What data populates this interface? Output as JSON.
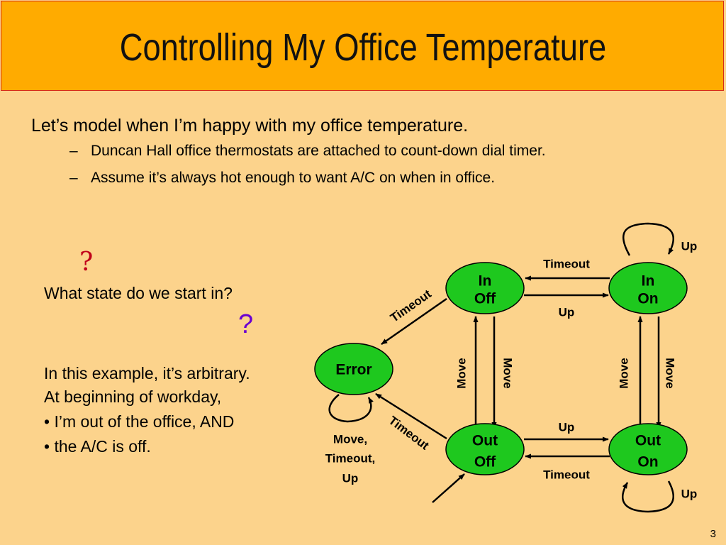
{
  "slide": {
    "title": "Controlling My Office Temperature",
    "bullet_main": "Let’s model when I’m happy with my office temperature.",
    "sub_dash": "–",
    "sub_bullets": [
      "Duncan Hall office thermostats are attached to count-down dial timer.",
      "Assume it’s always hot enough to want A/C on when in office."
    ],
    "q_mark_1": "?",
    "question": "What state do we start in?",
    "q_mark_2": "?",
    "explanation": [
      "In this example, it’s arbitrary.",
      "At beginning of workday,",
      "• I’m out of the office, AND",
      "• the A/C is off."
    ],
    "page_number": "3"
  },
  "diagram": {
    "states": {
      "in_off": [
        "In",
        "Off"
      ],
      "in_on": [
        "In",
        "On"
      ],
      "error": [
        "Error"
      ],
      "out_off": [
        "Out",
        "Off"
      ],
      "out_on": [
        "Out",
        "On"
      ]
    },
    "labels": {
      "up": "Up",
      "timeout": "Timeout",
      "move": "Move",
      "error_self": [
        "Move,",
        "Timeout,",
        "Up"
      ]
    },
    "colors": {
      "state_fill": "#1ec81e",
      "state_stroke": "#000000",
      "background": "#fcd38c",
      "title_bar": "#ffab00",
      "title_border": "#d62a18"
    }
  }
}
